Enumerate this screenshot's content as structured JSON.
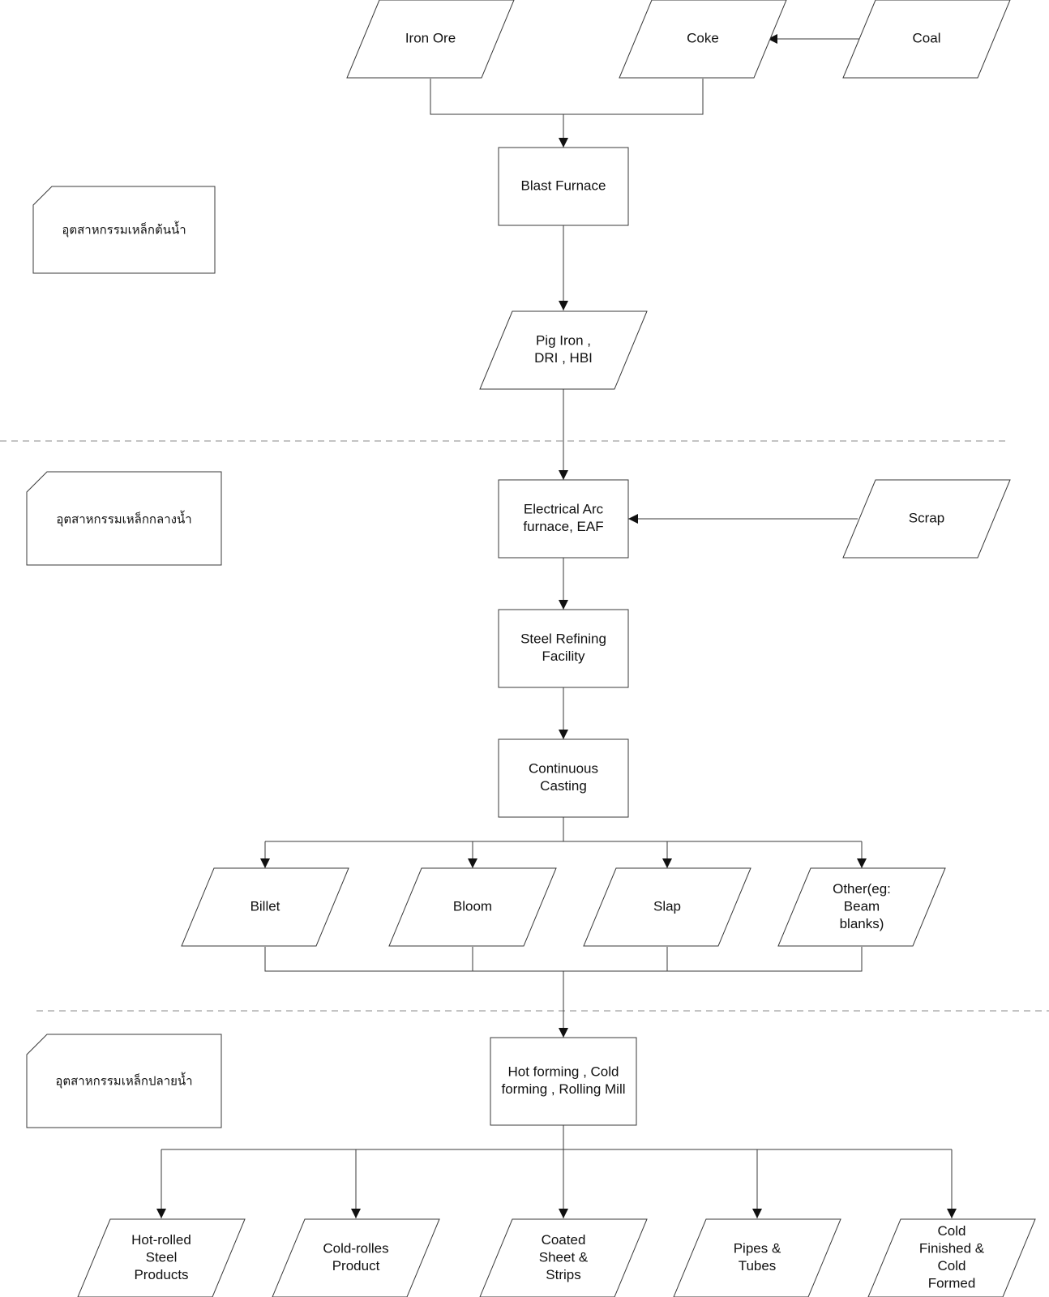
{
  "nodes": {
    "iron_ore": {
      "lines": [
        "Iron Ore"
      ]
    },
    "coke": {
      "lines": [
        "Coke"
      ]
    },
    "coal": {
      "lines": [
        "Coal"
      ]
    },
    "blast_furnace": {
      "lines": [
        "Blast Furnace"
      ]
    },
    "pig_iron": {
      "lines": [
        "Pig Iron ,",
        "DRI , HBI"
      ]
    },
    "eaf": {
      "lines": [
        "Electrical Arc",
        "furnace, EAF"
      ]
    },
    "scrap": {
      "lines": [
        "Scrap"
      ]
    },
    "refining": {
      "lines": [
        "Steel Refining",
        "Facility"
      ]
    },
    "casting": {
      "lines": [
        "Continuous",
        "Casting"
      ]
    },
    "billet": {
      "lines": [
        "Billet"
      ]
    },
    "bloom": {
      "lines": [
        "Bloom"
      ]
    },
    "slap": {
      "lines": [
        "Slap"
      ]
    },
    "other": {
      "lines": [
        "Other(eg:",
        "Beam",
        "blanks)"
      ]
    },
    "forming": {
      "lines": [
        "Hot forming , Cold",
        "forming , Rolling Mill"
      ]
    },
    "hot_rolled": {
      "lines": [
        "Hot-rolled",
        "Steel",
        "Products"
      ]
    },
    "cold_rolles": {
      "lines": [
        "Cold-rolles",
        "Product"
      ]
    },
    "coated": {
      "lines": [
        "Coated",
        "Sheet &",
        "Strips"
      ]
    },
    "pipes": {
      "lines": [
        "Pipes &",
        "Tubes"
      ]
    },
    "cold_finished": {
      "lines": [
        "Cold",
        "Finished &",
        "Cold",
        "Formed"
      ]
    }
  },
  "notes": {
    "upstream": "อุตสาหกรรมเหล็กต้นน้ำ",
    "midstream": "อุตสาหกรรมเหล็กกลางน้ำ",
    "downstream": "อุตสาหกรรมเหล็กปลายน้ำ"
  }
}
